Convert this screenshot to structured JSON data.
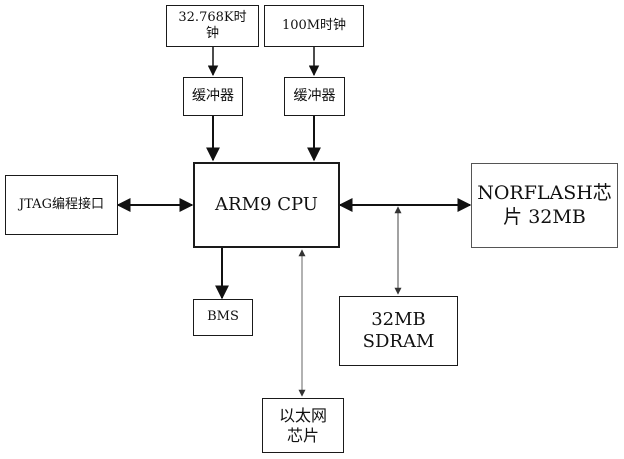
{
  "diagram": {
    "nodes": {
      "clock_32k": "32.768K时\n钟",
      "clock_100m": "100M时钟",
      "buffer_left": "缓冲器",
      "buffer_right": "缓冲器",
      "jtag": "JTAG编程接口",
      "cpu": "ARM9  CPU",
      "norflash": "NORFLASH芯\n片  32MB",
      "bms": "BMS",
      "sdram": "32MB\nSDRAM",
      "ethernet": "以太网\n芯片"
    },
    "edges": [
      {
        "from": "clock_32k",
        "to": "buffer_left",
        "direction": "forward"
      },
      {
        "from": "clock_100m",
        "to": "buffer_right",
        "direction": "forward"
      },
      {
        "from": "buffer_left",
        "to": "cpu",
        "direction": "forward"
      },
      {
        "from": "buffer_right",
        "to": "cpu",
        "direction": "forward"
      },
      {
        "from": "jtag",
        "to": "cpu",
        "direction": "bidirectional"
      },
      {
        "from": "cpu",
        "to": "norflash",
        "direction": "bidirectional"
      },
      {
        "from": "cpu",
        "to": "bms",
        "direction": "forward"
      },
      {
        "from": "cpu",
        "to": "sdram",
        "direction": "bidirectional"
      },
      {
        "from": "cpu",
        "to": "ethernet",
        "direction": "bidirectional"
      }
    ]
  }
}
